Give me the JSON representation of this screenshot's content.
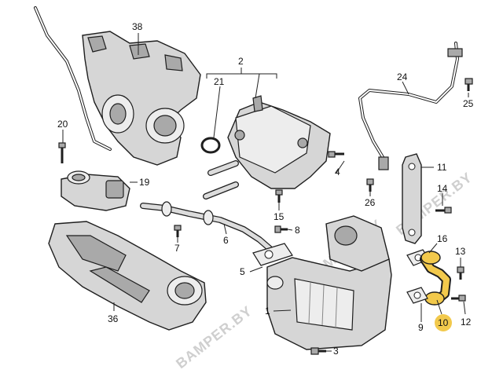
{
  "watermark": "BAMPER.BY",
  "highlight_color": "#f2c94c",
  "highlight_part": "10",
  "callouts": {
    "c38": "38",
    "c2": "2",
    "c21": "21",
    "c20": "20",
    "c19": "19",
    "c24": "24",
    "c25": "25",
    "c4": "4",
    "c15": "15",
    "c11": "11",
    "c26": "26",
    "c14": "14",
    "c8": "8",
    "c7": "7",
    "c6": "6",
    "c16": "16",
    "c13": "13",
    "c5": "5",
    "c1": "1",
    "c36": "36",
    "c9": "9",
    "c10": "10",
    "c12": "12",
    "c3": "3"
  }
}
